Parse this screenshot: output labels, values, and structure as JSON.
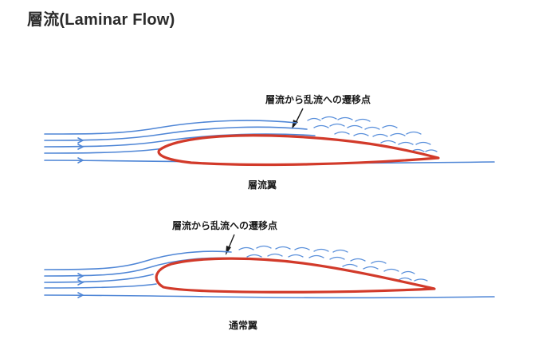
{
  "title": "層流(Laminar Flow)",
  "diagrams": [
    {
      "transition_label": "層流から乱流への遷移点",
      "wing_label": "層流翼"
    },
    {
      "transition_label": "層流から乱流への遷移点",
      "wing_label": "通常翼"
    }
  ],
  "colors": {
    "streamline": "#4f86d6",
    "airfoil_outline": "#d23a2a",
    "text": "#1b1b1b"
  }
}
